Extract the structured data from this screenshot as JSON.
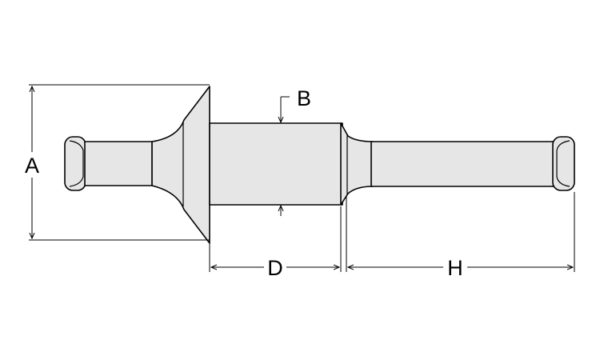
{
  "labels": {
    "A": "A",
    "B": "B",
    "D": "D",
    "H": "H"
  },
  "colors": {
    "fill": "#e6e6e6",
    "stroke": "#000000"
  }
}
